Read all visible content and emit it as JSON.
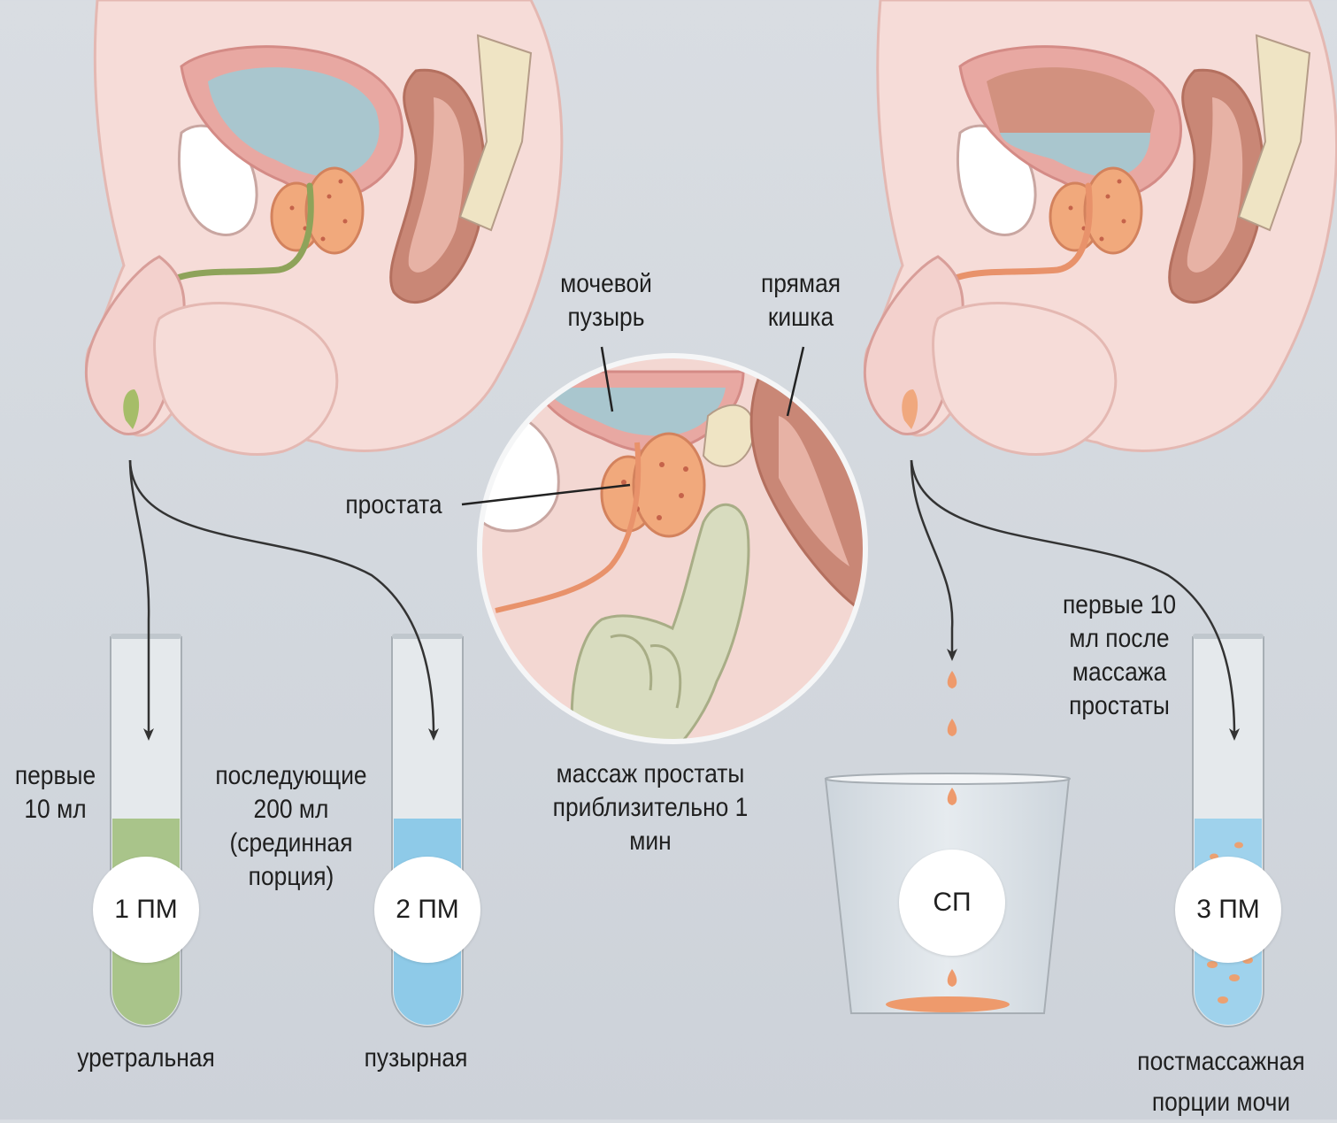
{
  "anatomy": {
    "bladder": "мочевой пузырь",
    "rectum": "прямая кишка",
    "prostate": "простата"
  },
  "massage": {
    "caption": "массаж простаты приблизительно 1 мин"
  },
  "samples": [
    {
      "id": "vb1",
      "badge": "1 ПМ",
      "description": "первые 10 мл",
      "name": "уретральная",
      "fluid_color": "#a9c48a"
    },
    {
      "id": "vb2",
      "badge": "2 ПМ",
      "description": "последующие 200 мл (срединная порция)",
      "name": "пузырная",
      "fluid_color": "#8ecae8"
    },
    {
      "id": "eps",
      "badge": "СП",
      "description": "",
      "name": "",
      "fluid_color": "#ee9a6c"
    },
    {
      "id": "vb3",
      "badge": "3 ПМ",
      "description": "первые 10 мл после массажа простаты",
      "name": "постмассажная порции мочи",
      "fluid_color": "#9fd2ec"
    }
  ],
  "colors": {
    "skin": "#f6dcd8",
    "tissue_outline": "#de9b97",
    "prostate": "#f1a97c",
    "bladder_urine": "#a9c6ce",
    "rectum": "#c98776",
    "urethra_green": "#8ea35a",
    "urethra_orange": "#e8926b",
    "background": "#d6dae0"
  }
}
